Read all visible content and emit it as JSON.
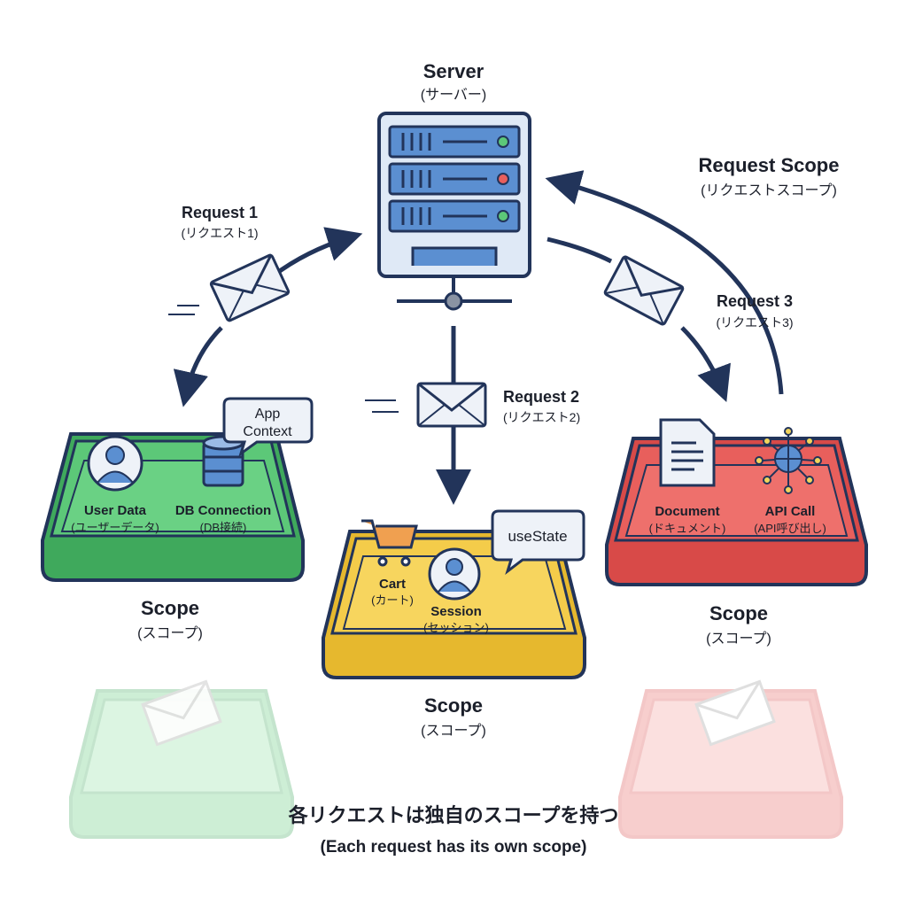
{
  "server": {
    "title": "Server",
    "subtitle": "(サーバー)"
  },
  "requests": [
    {
      "title": "Request 1",
      "subtitle": "(リクエスト1)"
    },
    {
      "title": "Request 2",
      "subtitle": "(リクエスト2)"
    },
    {
      "title": "Request 3",
      "subtitle": "(リクエスト3)"
    }
  ],
  "request_scope": {
    "title": "Request Scope",
    "subtitle": "(リクエストスコープ)"
  },
  "scopes": [
    {
      "color": "#5cc878",
      "bubble": [
        "App",
        "Context"
      ],
      "items": [
        {
          "label": "User Data",
          "sub": "(ユーザーデータ)",
          "icon": "user-icon"
        },
        {
          "label": "DB Connection",
          "sub": "(DB接続)",
          "icon": "database-icon"
        }
      ],
      "title": "Scope",
      "subtitle": "(スコープ)"
    },
    {
      "color": "#f4cc4a",
      "bubble": [
        "useState"
      ],
      "items": [
        {
          "label": "Cart",
          "sub": "(カート)",
          "icon": "cart-icon"
        },
        {
          "label": "Session",
          "sub": "(セッション)",
          "icon": "user-icon"
        }
      ],
      "title": "Scope",
      "subtitle": "(スコープ)"
    },
    {
      "color": "#e85f5c",
      "items": [
        {
          "label": "Document",
          "sub": "(ドキュメント)",
          "icon": "document-icon"
        },
        {
          "label": "API Call",
          "sub": "(API呼び出し)",
          "icon": "globe-network-icon"
        }
      ],
      "title": "Scope",
      "subtitle": "(スコープ)"
    }
  ],
  "footer": {
    "title": "各リクエストは独自のスコープを持つ",
    "subtitle": "(Each request has its own scope)"
  },
  "colors": {
    "navy": "#22345a",
    "server_blue": "#5b8fd1",
    "server_bg": "#dfe9f6"
  }
}
